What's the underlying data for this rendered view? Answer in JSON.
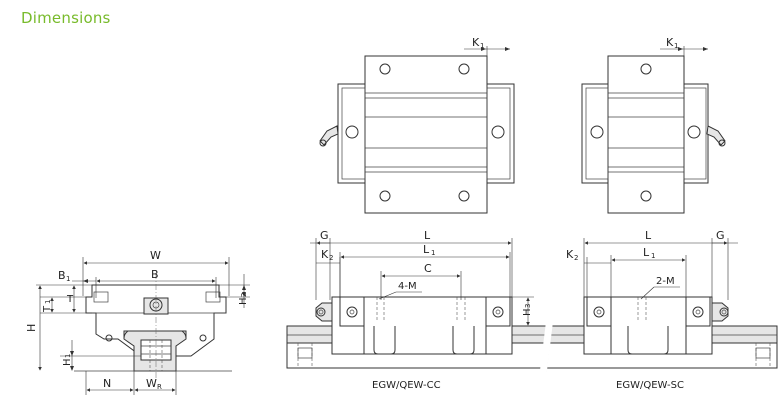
{
  "heading": "Dimensions",
  "accent_color": "#78bb2b",
  "labels": {
    "K1": "K",
    "K1_sub": "1",
    "W": "W",
    "B": "B",
    "B1": "B",
    "B1_sub": "1",
    "T1": "T",
    "T1_sub": "1",
    "T": "T",
    "H": "H",
    "H1": "H",
    "H1_sub": "1",
    "H2": "H",
    "H2_sub": "2",
    "H3": "H",
    "H3_sub": "3",
    "N": "N",
    "WR": "W",
    "WR_sub": "R",
    "G": "G",
    "K2": "K",
    "K2_sub": "2",
    "L": "L",
    "L1": "L",
    "L1_sub": "1",
    "C": "C",
    "four_M": "4-M",
    "two_M": "2-M"
  },
  "captions": {
    "cc": "EGW/QEW-CC",
    "sc": "EGW/QEW-SC"
  }
}
